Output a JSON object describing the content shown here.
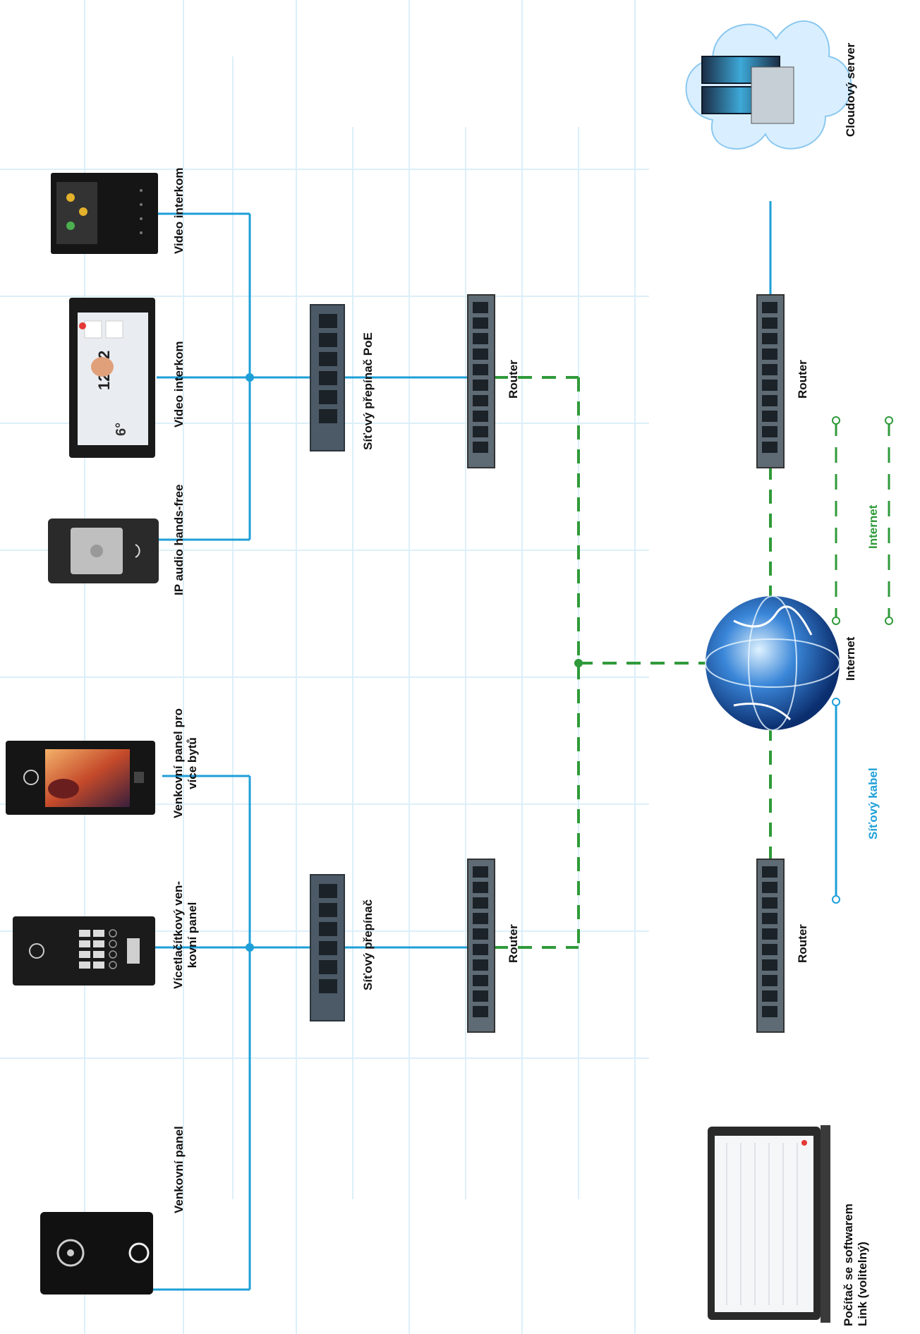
{
  "devices": {
    "outdoor_panel": "Venkovní panel",
    "multibutton_panel": [
      "Vícetlačítkový ven-",
      "kovní panel"
    ],
    "apartment_panel": [
      "Venkovní panel pro",
      "více bytů"
    ],
    "ip_audio": "IP audio hands-free",
    "video_intercom_1": "Video interkom",
    "video_intercom_2": "Video interkom"
  },
  "network": {
    "switch": "Síťový přepínač",
    "switch_poe": "Síťový přepínač PoE",
    "router_left": "Router",
    "router_right": "Router",
    "router_bottom_left": "Router",
    "router_bottom_right": "Router",
    "internet": "Internet",
    "cloud": "Cloudový server",
    "pc": [
      "Počítač se softwarem",
      "Link (volitelný)"
    ]
  },
  "legend": {
    "cable": "Síťový kabel",
    "internet": "Internet"
  },
  "screen_texts": {
    "clock": "12:22",
    "temp": "6°"
  },
  "colors": {
    "cable": "#1e9fd8",
    "internet": "#2f9a39",
    "bg_lines": "#dceff9"
  }
}
